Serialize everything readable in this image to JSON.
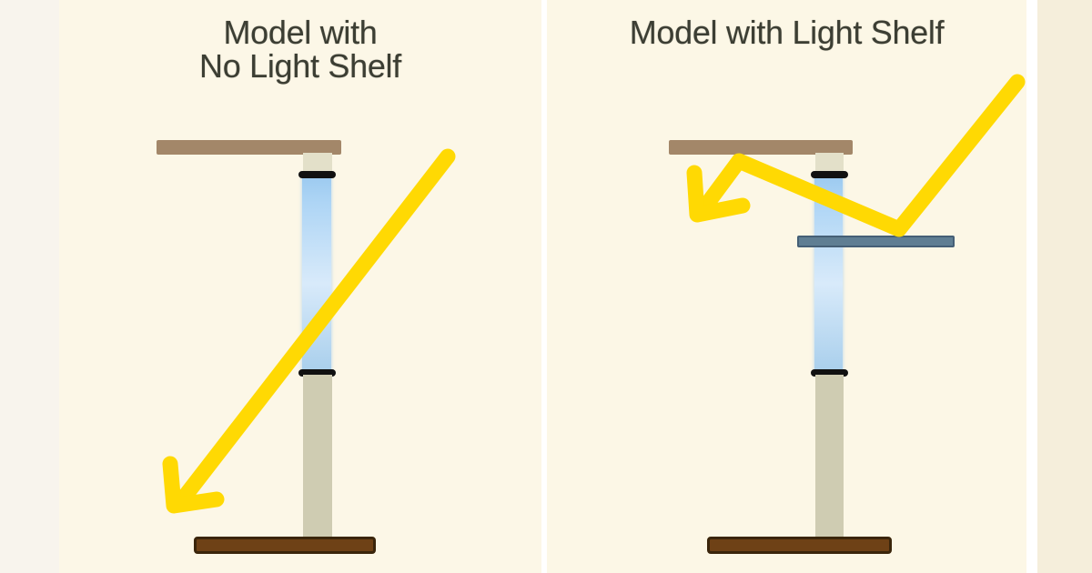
{
  "figure": {
    "background_color": "#fcf7e7",
    "divider_color": "#ffffff",
    "outer_right_color": "#f5eedb",
    "outer_left_color": "#f8f4ed"
  },
  "panels": [
    {
      "name": "no-light-shelf",
      "title_line1": "Model with",
      "title_line2": "No Light Shelf"
    },
    {
      "name": "light-shelf",
      "title_line1": "Model with Light Shelf"
    }
  ],
  "colors": {
    "title_text": "#3c3e33",
    "ceiling": "#a38769",
    "header_block": "#e3e0c9",
    "window_frame": "#111111",
    "window_glass_top": "#9ccaf0",
    "window_glass_mid": "#d8eafa",
    "wall": "#cfccb2",
    "floor_fill": "#6e4116",
    "floor_border": "#3a250b",
    "light_shelf_fill": "#5f7e93",
    "light_shelf_border": "#455f76",
    "sun_ray": "#ffd903"
  }
}
